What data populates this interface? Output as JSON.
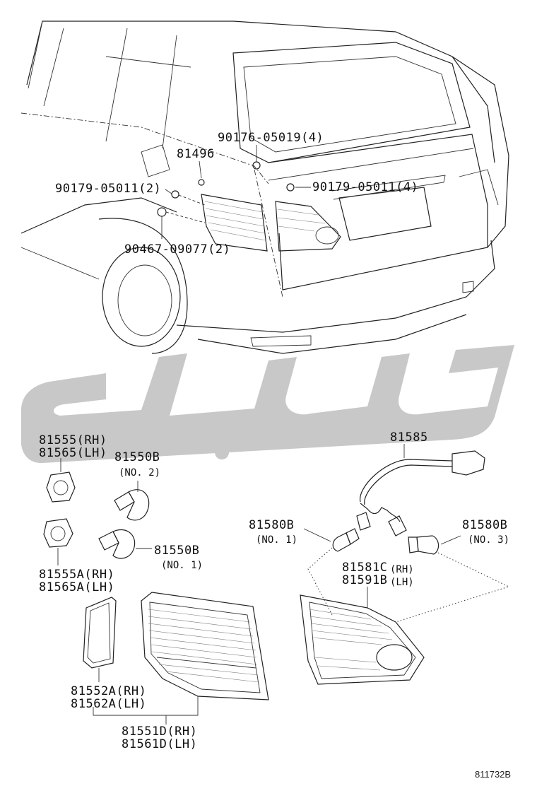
{
  "labels": {
    "clip_90176": "90176-05019(4)",
    "part_81496": "81496",
    "clip_90179_lh": "90179-05011(2)",
    "clip_90179_rh": "90179-05011(4)",
    "clip_90467": "90467-09077(2)",
    "socket_rh": "81555(RH)",
    "socket_lh": "81565(LH)",
    "bulb_81550b_top": "81550B",
    "bulb_no2": "(NO. 2)",
    "socket_a_rh": "81555A(RH)",
    "socket_a_lh": "81565A(LH)",
    "bulb_81550b_bottom": "81550B",
    "bulb_no1_left": "(NO. 1)",
    "gasket_rh": "81552A(RH)",
    "gasket_lh": "81562A(LH)",
    "lamp_outer_rh": "81551D(RH)",
    "lamp_outer_lh": "81561D(LH)",
    "harness": "81585",
    "bulb_81580b_left": "81580B",
    "bulb_no1_right": "(NO. 1)",
    "bulb_81580b_right": "81580B",
    "bulb_no3": "(NO. 3)",
    "lamp_inner_rh_code": "81581C",
    "lamp_inner_rh_side": "(RH)",
    "lamp_inner_lh_code": "81591B",
    "lamp_inner_lh_side": "(LH)",
    "diagram_code": "811732B"
  },
  "watermark": {
    "color": "#c8c8c8"
  }
}
